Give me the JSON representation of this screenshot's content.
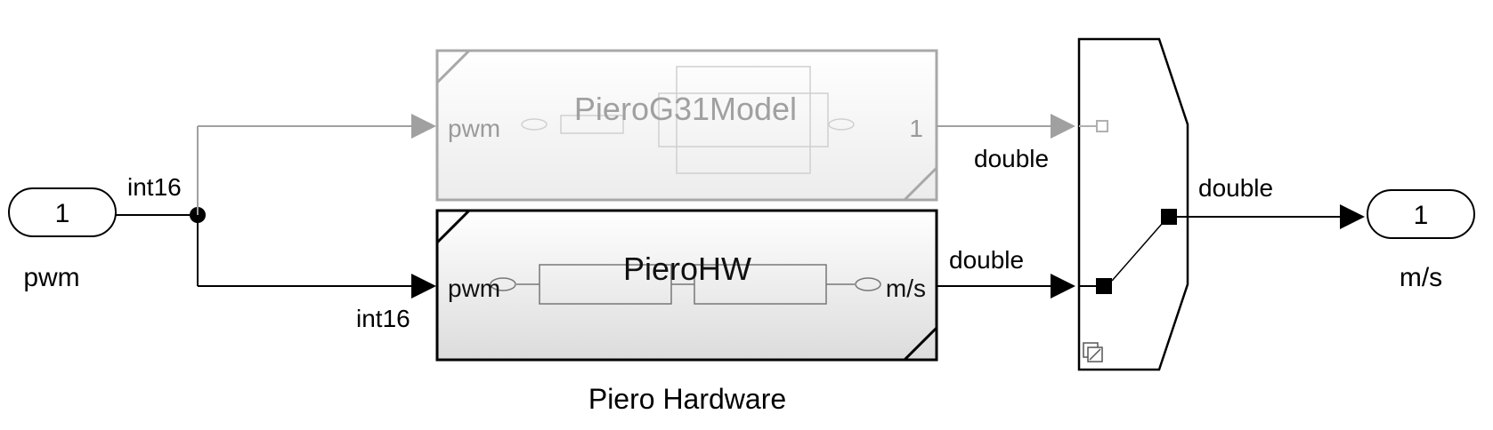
{
  "inport": {
    "number": "1",
    "name": "pwm"
  },
  "outport": {
    "number": "1",
    "name": "m/s"
  },
  "signals": {
    "branch_type": "int16",
    "lower_input_type": "int16",
    "model_output_type": "double",
    "hw_output_type": "double",
    "switch_output_type": "double"
  },
  "model_block": {
    "title": "PieroG31Model",
    "in_port": "pwm",
    "out_port": "1",
    "state": "commented-out (grayed)"
  },
  "hw_block": {
    "title": "PieroHW",
    "in_port": "pwm",
    "out_port": "m/s",
    "caption": "Piero Hardware"
  },
  "switch_block": {
    "type": "variant-source",
    "active_input": 2
  },
  "colors": {
    "active_line": "#000000",
    "inactive_line": "#a0a0a0",
    "inactive_text": "#9a9a9a",
    "block_fill_top": "#ffffff",
    "block_fill_bottom": "#dedede"
  }
}
